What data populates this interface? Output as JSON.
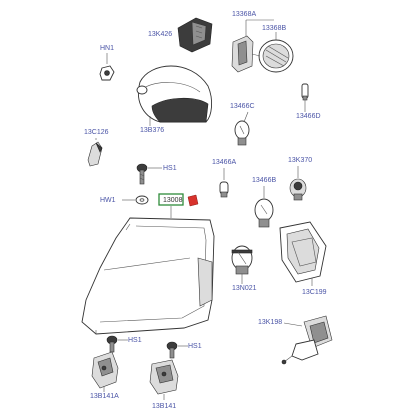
{
  "diagram": {
    "labels": {
      "part_13k426": "13K426",
      "part_13368a": "13368A",
      "part_13368b": "13368B",
      "part_hn1": "HN1",
      "part_13466c": "13466C",
      "part_13466d": "13466D",
      "part_13c126": "13C126",
      "part_13b376": "13B376",
      "part_hs1_top": "HS1",
      "part_13466a": "13466A",
      "part_13k370": "13K370",
      "part_13466b": "13466B",
      "part_hw1": "HW1",
      "part_13008": "13008",
      "part_13n021": "13N021",
      "part_13c199": "13C199",
      "part_13k198": "13K198",
      "part_hs1_bl": "HS1",
      "part_hs1_bc": "HS1",
      "part_13b141a": "13B141A",
      "part_13b141": "13B141"
    },
    "colors": {
      "label_text": "#4a54a6",
      "highlight_box": "#2e8b3a",
      "highlight_part": "#d8322c",
      "line_art": "#333333"
    }
  }
}
